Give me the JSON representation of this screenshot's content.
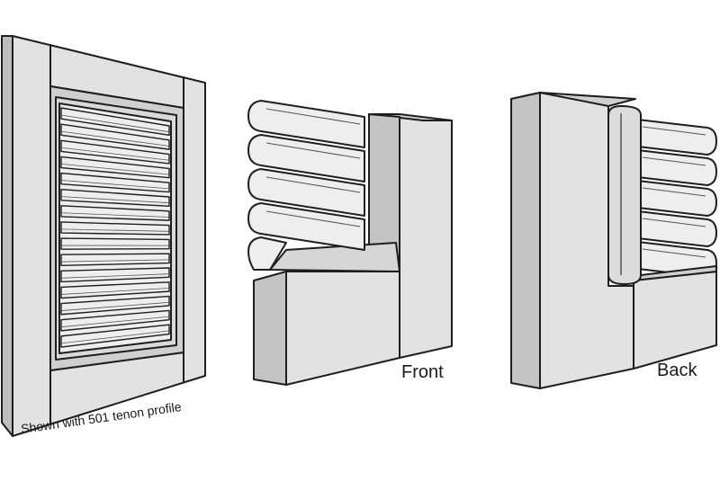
{
  "figure": {
    "caption_main": "Shown with 501 tenon profile",
    "label_front": "Front",
    "label_back": "Back"
  },
  "colors": {
    "outline": "#1e1e1e",
    "face": "#e2e2e2",
    "face_light": "#eeeeee",
    "side": "#c4c4c4",
    "shadow": "#aaaaaa",
    "background": "#ffffff"
  },
  "louver_count": {
    "full_panel": 15,
    "front_section": 4,
    "back_section": 5
  }
}
